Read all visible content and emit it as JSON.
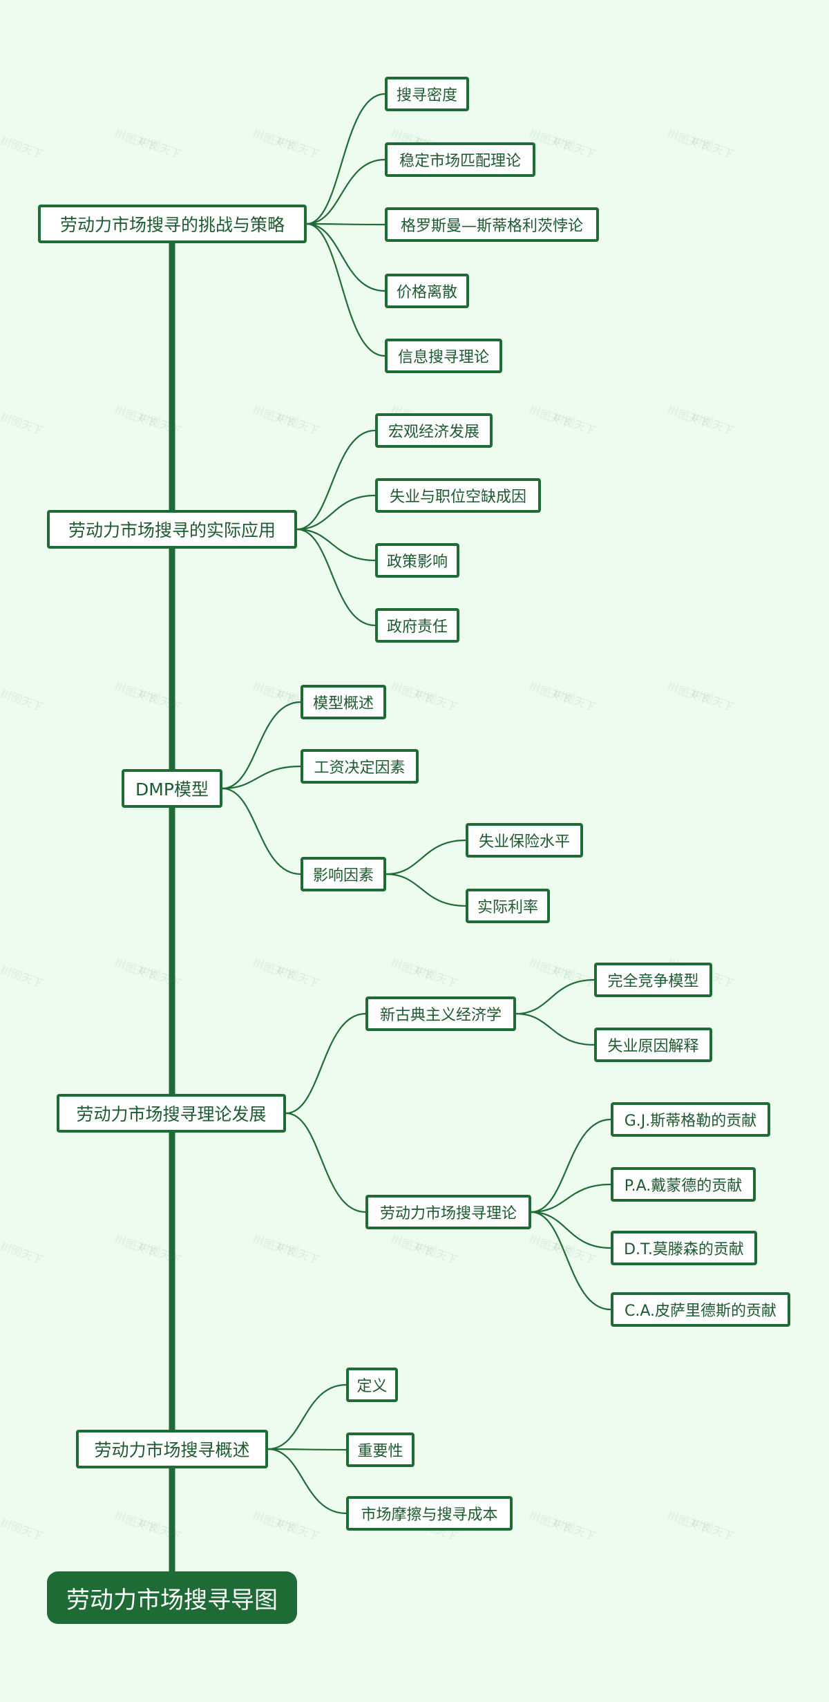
{
  "title": "劳动力市场搜寻导图",
  "watermark": "树图天下",
  "branches": [
    {
      "label": "劳动力市场搜寻的挑战与策略",
      "children": [
        {
          "label": "搜寻密度"
        },
        {
          "label": "稳定市场匹配理论"
        },
        {
          "label": "格罗斯曼—斯蒂格利茨悖论"
        },
        {
          "label": "价格离散"
        },
        {
          "label": "信息搜寻理论"
        }
      ]
    },
    {
      "label": "劳动力市场搜寻的实际应用",
      "children": [
        {
          "label": "宏观经济发展"
        },
        {
          "label": "失业与职位空缺成因"
        },
        {
          "label": "政策影响"
        },
        {
          "label": "政府责任"
        }
      ]
    },
    {
      "label": "DMP模型",
      "children": [
        {
          "label": "模型概述"
        },
        {
          "label": "工资决定因素"
        },
        {
          "label": "影响因素",
          "children": [
            {
              "label": "失业保险水平"
            },
            {
              "label": "实际利率"
            }
          ]
        }
      ]
    },
    {
      "label": "劳动力市场搜寻理论发展",
      "children": [
        {
          "label": "新古典主义经济学",
          "children": [
            {
              "label": "完全竞争模型"
            },
            {
              "label": "失业原因解释"
            }
          ]
        },
        {
          "label": "劳动力市场搜寻理论",
          "children": [
            {
              "label": "G.J.斯蒂格勒的贡献"
            },
            {
              "label": "P.A.戴蒙德的贡献"
            },
            {
              "label": "D.T.莫滕森的贡献"
            },
            {
              "label": "C.A.皮萨里德斯的贡献"
            }
          ]
        }
      ]
    },
    {
      "label": "劳动力市场搜寻概述",
      "children": [
        {
          "label": "定义"
        },
        {
          "label": "重要性"
        },
        {
          "label": "市场摩擦与搜寻成本"
        }
      ]
    }
  ],
  "colors": {
    "line": "#1e6b36",
    "node_border": "#1e6b36",
    "text": "#1d5a30",
    "root_fill": "#1e6b36",
    "background": "#eefcf0"
  }
}
